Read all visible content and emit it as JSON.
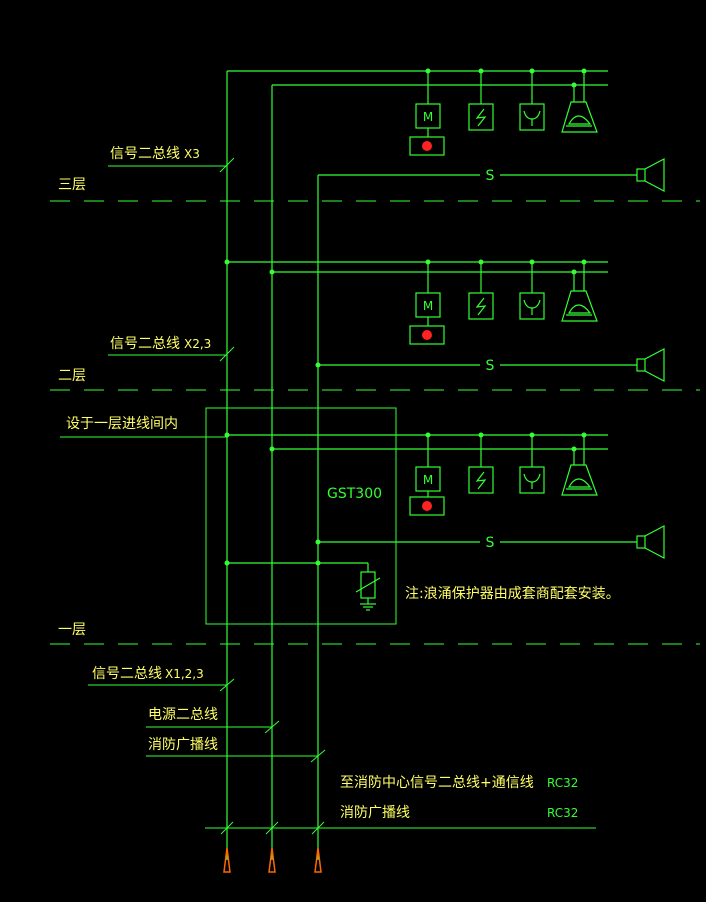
{
  "colors": {
    "background": "#000000",
    "wire": "#33ff33",
    "dash": "#33ff33",
    "text_yellow": "#ffff66",
    "indicator_red": "#ff2222",
    "terminal_orange": "#ff6600"
  },
  "floors": [
    {
      "label": "三层",
      "bus_label": "信号二总线",
      "bus_code": "X3"
    },
    {
      "label": "二层",
      "bus_label": "信号二总线",
      "bus_code": "X2,3"
    },
    {
      "label": "一层",
      "bus_label": "信号二总线",
      "bus_code": "X1,2,3"
    }
  ],
  "room_note": "设于一层进线间内",
  "panel_label": "GST300",
  "protector_note": "注:浪涌保护器由成套商配套安装。",
  "device_symbols": {
    "module": "M",
    "speaker_switch": "S"
  },
  "icons": [
    "module-icon",
    "manual-call-point-icon",
    "smoke-detector-icon",
    "heat-detector-icon",
    "alarm-bell-icon",
    "speaker-icon",
    "surge-protector-icon",
    "indicator-lamp-icon"
  ],
  "incoming_lines": [
    {
      "label": "信号二总线",
      "code": "X1,2,3"
    },
    {
      "label": "电源二总线"
    },
    {
      "label": "消防广播线"
    }
  ],
  "feeder_rows": [
    {
      "label": "至消防中心信号二总线+通信线",
      "conduit": "RC32"
    },
    {
      "label": "消防广播线",
      "conduit": "RC32"
    }
  ]
}
